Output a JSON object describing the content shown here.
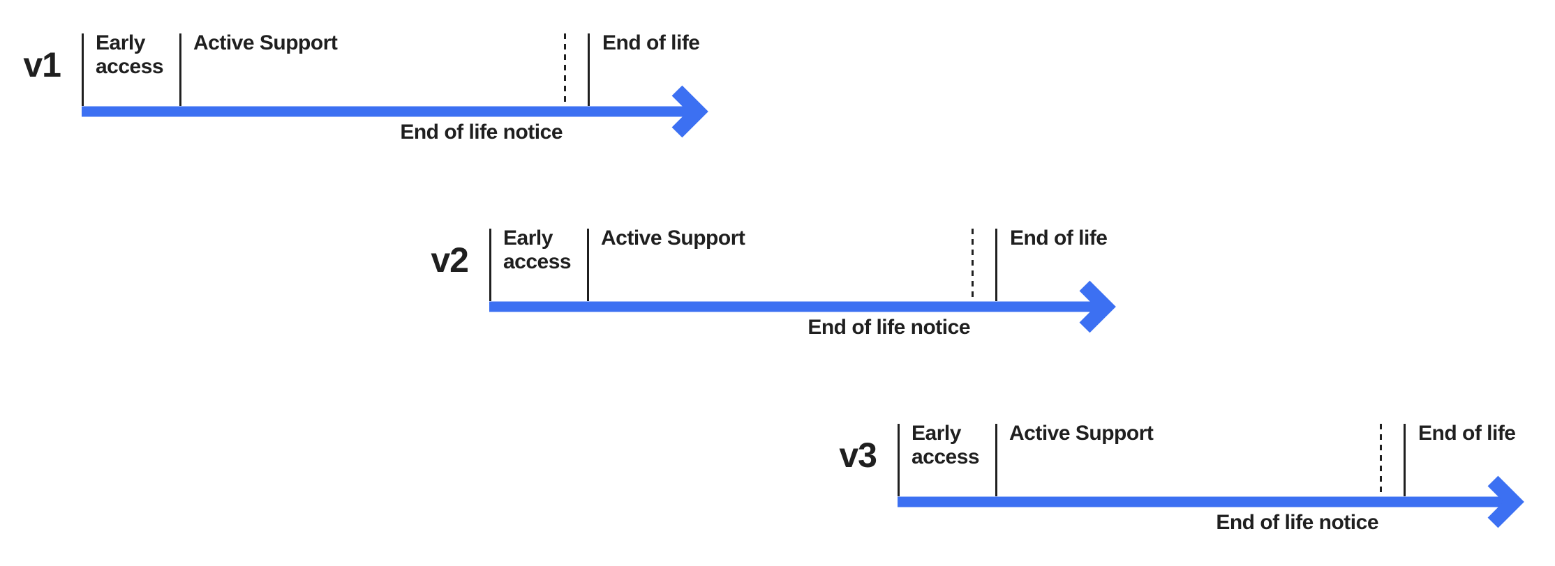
{
  "diagram": {
    "background": "#FFFFFF",
    "colors": {
      "arrow": "#3C70F2",
      "line": "#1F1F1F",
      "text": "#1F1F1F"
    },
    "timelines": [
      {
        "version": "v1",
        "labels": {
          "early_access": "Early access",
          "active_support": "Active Support",
          "end_of_life": "End of life",
          "end_of_life_notice": "End of life notice"
        }
      },
      {
        "version": "v2",
        "labels": {
          "early_access": "Early access",
          "active_support": "Active Support",
          "end_of_life": "End of life",
          "end_of_life_notice": "End of life notice"
        }
      },
      {
        "version": "v3",
        "labels": {
          "early_access": "Early access",
          "active_support": "Active Support",
          "end_of_life": "End of life",
          "end_of_life_notice": "End of life notice"
        }
      }
    ]
  }
}
